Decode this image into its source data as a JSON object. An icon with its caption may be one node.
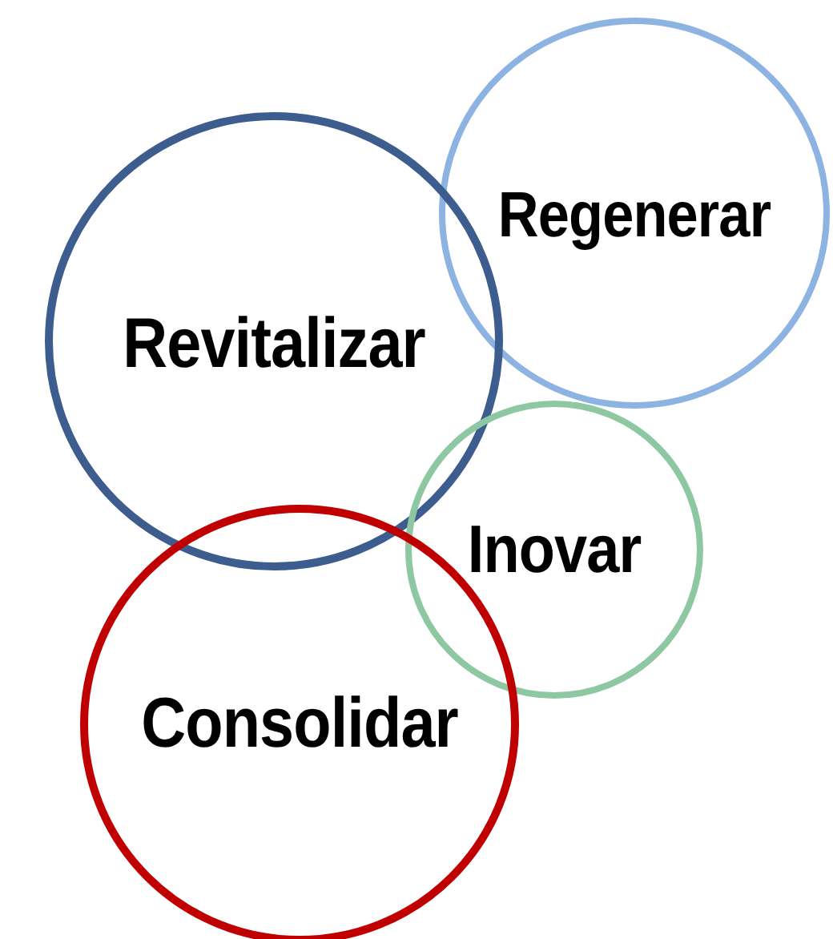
{
  "diagram": {
    "nodes": [
      {
        "text": [
          "Regenerar"
        ]
      },
      {
        "text": [
          "Revitalizar"
        ]
      },
      {
        "text": [
          "Inovar"
        ]
      },
      {
        "text": [
          "Consolidar"
        ]
      }
    ]
  }
}
